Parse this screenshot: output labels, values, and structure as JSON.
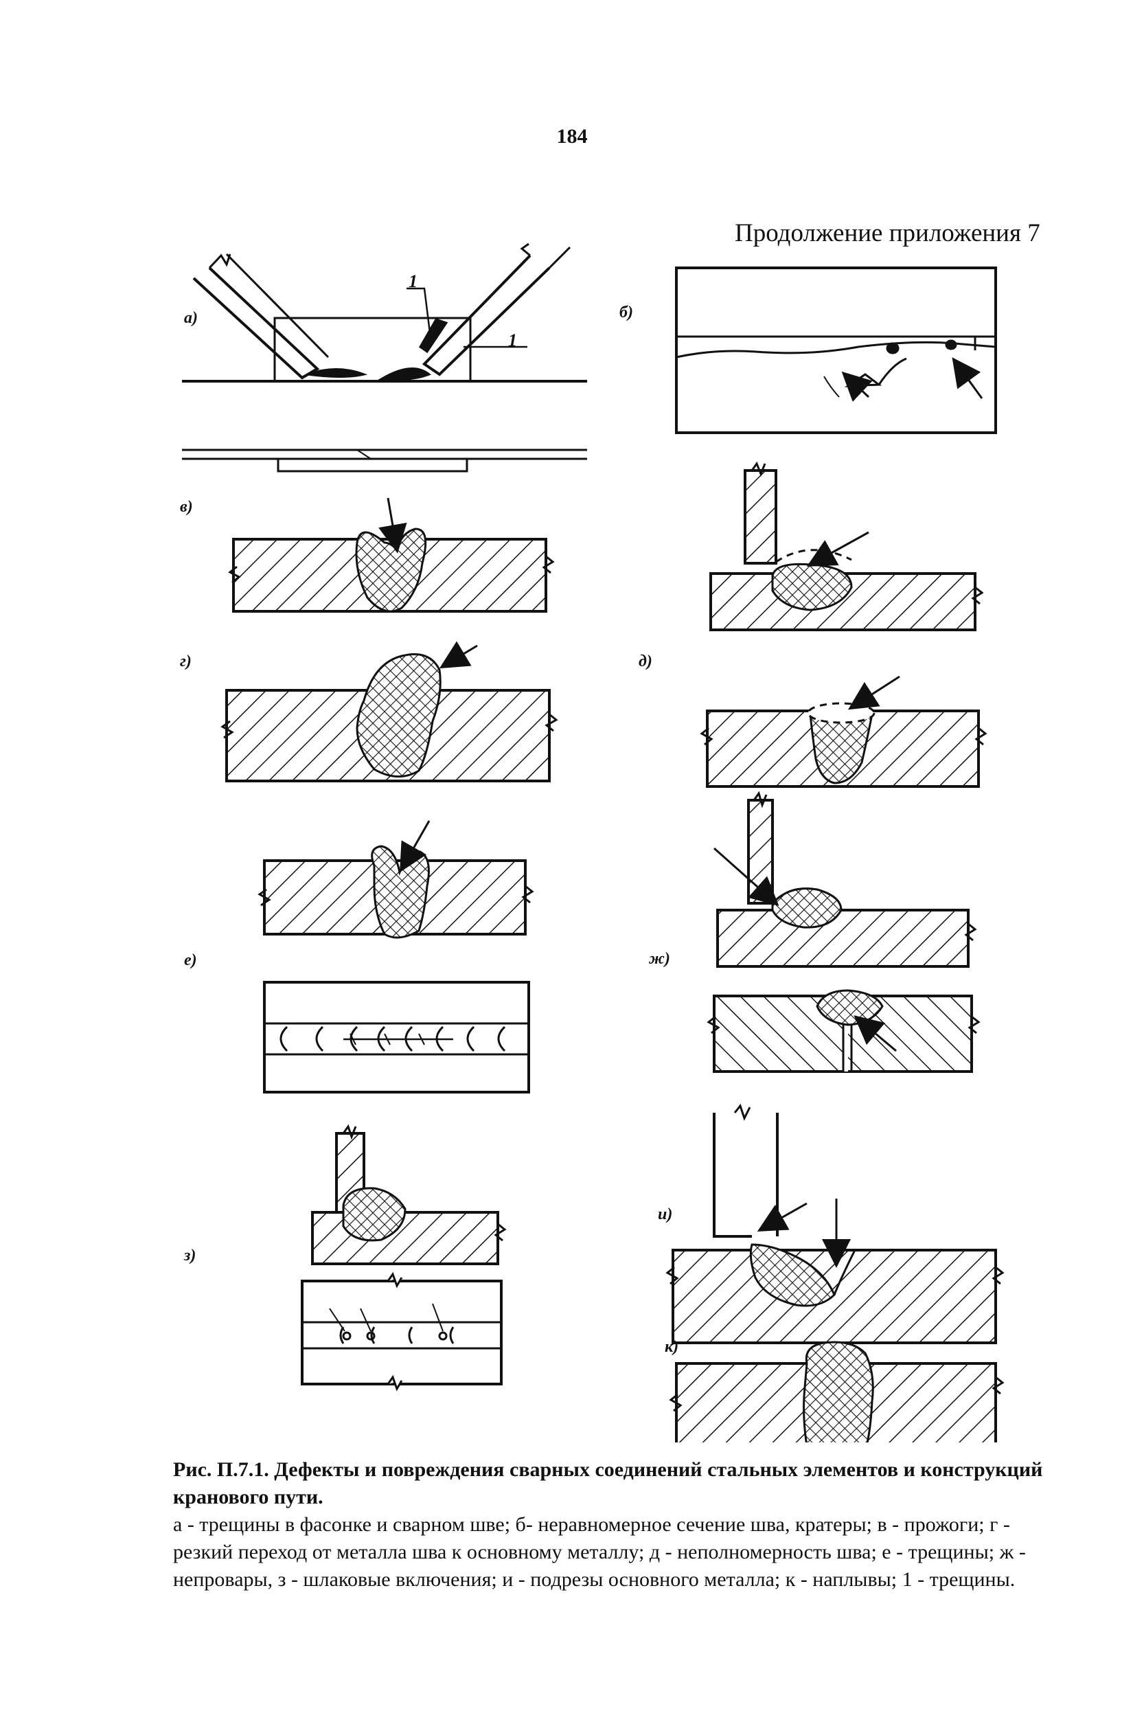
{
  "page": {
    "number": "184",
    "appendix_title": "Продолжение приложения 7"
  },
  "figure": {
    "panel_labels": {
      "a": "а)",
      "b": "б)",
      "v": "в)",
      "g": "г)",
      "d": "д)",
      "e": "е)",
      "zh": "ж)",
      "z": "з)",
      "i": "и)",
      "k": "к)"
    },
    "callout_number": "1"
  },
  "caption": {
    "title": "Рис. П.7.1. Дефекты и повреждения сварных соединений стальных элементов и конструкций кранового пути.",
    "legend": "а - трещины в фасонке и сварном шве; б- неравномерное сечение шва, кратеры; в - прожоги; г - резкий переход от металла шва к основному металлу; д - неполномерность шва; е - трещины; ж - непровары, з - шлаковые включения; и - подрезы основного металла; к - наплывы; 1 - трещины."
  },
  "colors": {
    "ink": "#111111",
    "paper": "#ffffff"
  }
}
